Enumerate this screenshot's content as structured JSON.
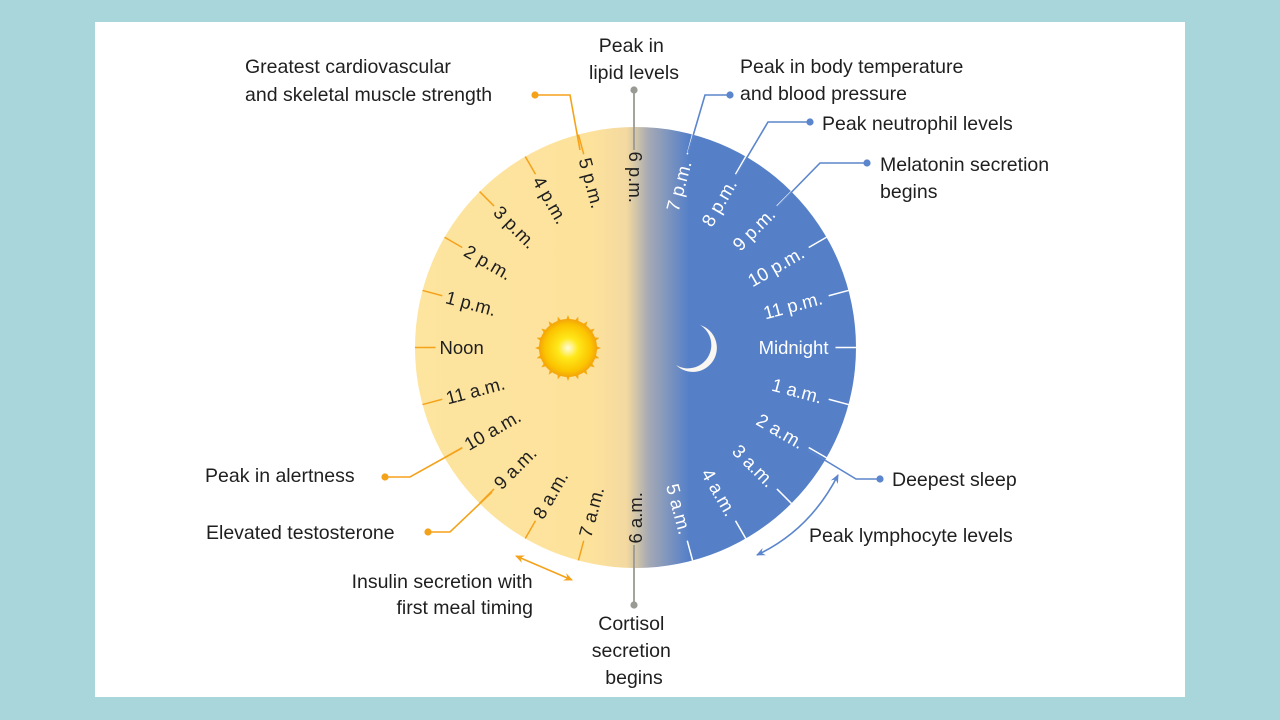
{
  "colors": {
    "day": "#fde59f",
    "night": "#5580c8",
    "day_line": "#f5a21b",
    "night_line": "#5b85cc",
    "center_line": "#9a9a94",
    "background": "#a9d6db"
  },
  "hours": {
    "day": [
      "6 a.m.",
      "7 a.m.",
      "8 a.m.",
      "9 a.m.",
      "10 a.m.",
      "11 a.m.",
      "Noon",
      "1 p.m.",
      "2 p.m.",
      "3 p.m.",
      "4 p.m.",
      "5 p.m.",
      "6 p.m."
    ],
    "night": [
      "7 p.m.",
      "8 p.m.",
      "9 p.m.",
      "10 p.m.",
      "11 p.m.",
      "Midnight",
      "1 a.m.",
      "2 a.m.",
      "3 a.m.",
      "4 a.m.",
      "5 a.m."
    ]
  },
  "icons": {
    "sun": "sun-icon",
    "moon": "moon-icon"
  },
  "callouts": {
    "cardio": [
      "Greatest cardiovascular",
      "and skeletal muscle strength"
    ],
    "lipid": [
      "Peak in",
      "lipid levels"
    ],
    "temperature": [
      "Peak in body temperature",
      "and blood pressure"
    ],
    "neutrophil": [
      "Peak neutrophil levels"
    ],
    "melatonin": [
      "Melatonin secretion",
      "begins"
    ],
    "sleep": [
      "Deepest sleep"
    ],
    "lymphocyte": [
      "Peak lymphocyte levels"
    ],
    "alertness": [
      "Peak in alertness"
    ],
    "testosterone": [
      "Elevated testosterone"
    ],
    "insulin": [
      "Insulin secretion with",
      "first meal timing"
    ],
    "cortisol": [
      "Cortisol",
      "secretion",
      "begins"
    ]
  }
}
